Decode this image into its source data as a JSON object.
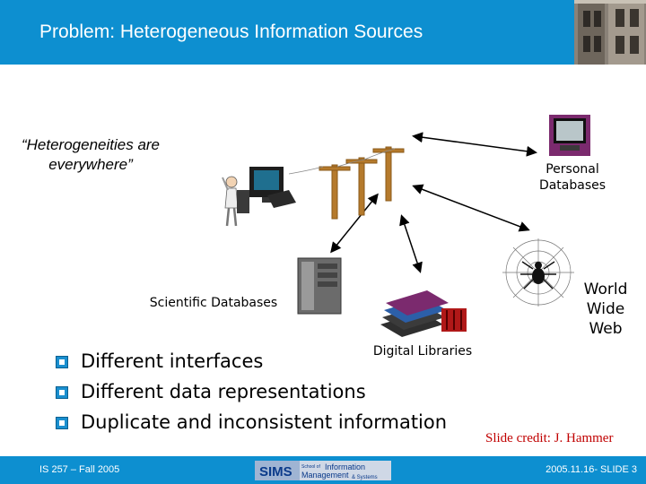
{
  "header": {
    "title": "Problem: Heterogeneous Information Sources"
  },
  "quote": {
    "line1": "“Heterogeneities are",
    "line2": "everywhere”"
  },
  "labels": {
    "personal_line1": "Personal",
    "personal_line2": "Databases",
    "www_line1": "World",
    "www_line2": "Wide",
    "www_line3": "Web",
    "scientific": "Scientific Databases",
    "digital": "Digital Libraries"
  },
  "bullets": [
    "Different interfaces",
    "Different data representations",
    "Duplicate and inconsistent information"
  ],
  "credit": "Slide credit: J. Hammer",
  "footer": {
    "left": "IS 257 – Fall 2005",
    "right": "2005.11.16- SLIDE 3",
    "logo_main": "SIMS",
    "logo_school": "School of",
    "logo_info": "Information",
    "logo_mgmt": "Management",
    "logo_sys": "& Systems"
  },
  "colors": {
    "header": "#0d8fd0",
    "credit": "#c00000",
    "bullet": "#1a8fcf"
  }
}
